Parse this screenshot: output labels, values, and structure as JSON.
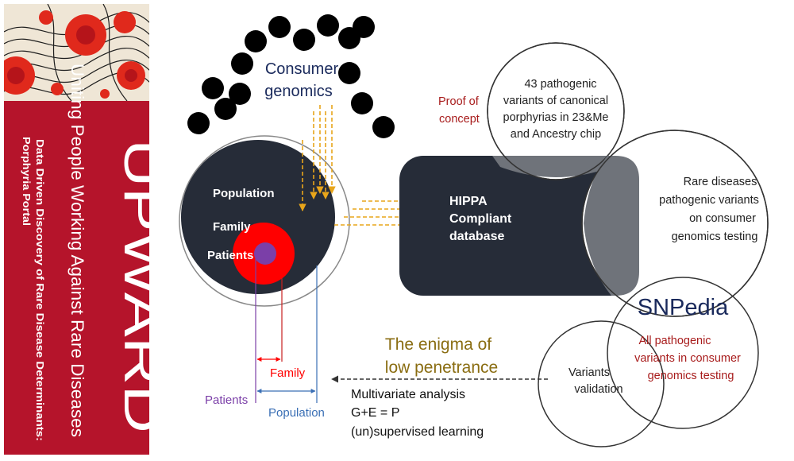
{
  "banner": {
    "title": "UPWARD",
    "subtitle": "Uniting People Working Against Rare Diseases",
    "tagline_line1": "Data Driven Discovery of Rare Disease Determinants:",
    "tagline_line2": "Porphyria Portal"
  },
  "consumer_genomics": {
    "line1": "Consumer",
    "line2": "genomics"
  },
  "circle_labels": {
    "population": "Population",
    "family": "Family",
    "patients": "Patients"
  },
  "hippa_box": {
    "line1": "HIPPA",
    "line2": "Compliant",
    "line3": "database"
  },
  "proof_of_concept": {
    "line1": "Proof of",
    "line2": "concept"
  },
  "variants_43": {
    "line1": "43 pathogenic",
    "line2": "variants of canonical",
    "line3": "porphyrias in 23&Me",
    "line4": "and Ancestry chip"
  },
  "rare_diseases": {
    "line1": "Rare diseases",
    "line2": "pathogenic variants",
    "line3": "on consumer",
    "line4": "genomics testing"
  },
  "snpedia": {
    "title": "SNPedia",
    "line1": "All pathogenic",
    "line2": "variants in consumer",
    "line3": "genomics testing"
  },
  "variants_validation": {
    "line1": "Variants",
    "line2": "validation"
  },
  "enigma": {
    "line1": "The enigma of",
    "line2": "low penetrance"
  },
  "analysis": {
    "line1": "Multivariate analysis",
    "line2": "G+E = P",
    "line3": "(un)supervised learning"
  },
  "scale_labels": {
    "family": "Family",
    "patients": "Patients",
    "population": "Population"
  },
  "colors": {
    "banner_red": "#b5142b",
    "dark_navy": "#262c38",
    "family_red": "#ff0000",
    "patients_purple": "#7b3fa8",
    "arrow_gold": "#e8a51a",
    "concept_red": "#a81c1c",
    "snpedia_navy": "#1a2a5c",
    "enigma_olive": "#8a6d12",
    "population_blue": "#3a6fb5"
  }
}
